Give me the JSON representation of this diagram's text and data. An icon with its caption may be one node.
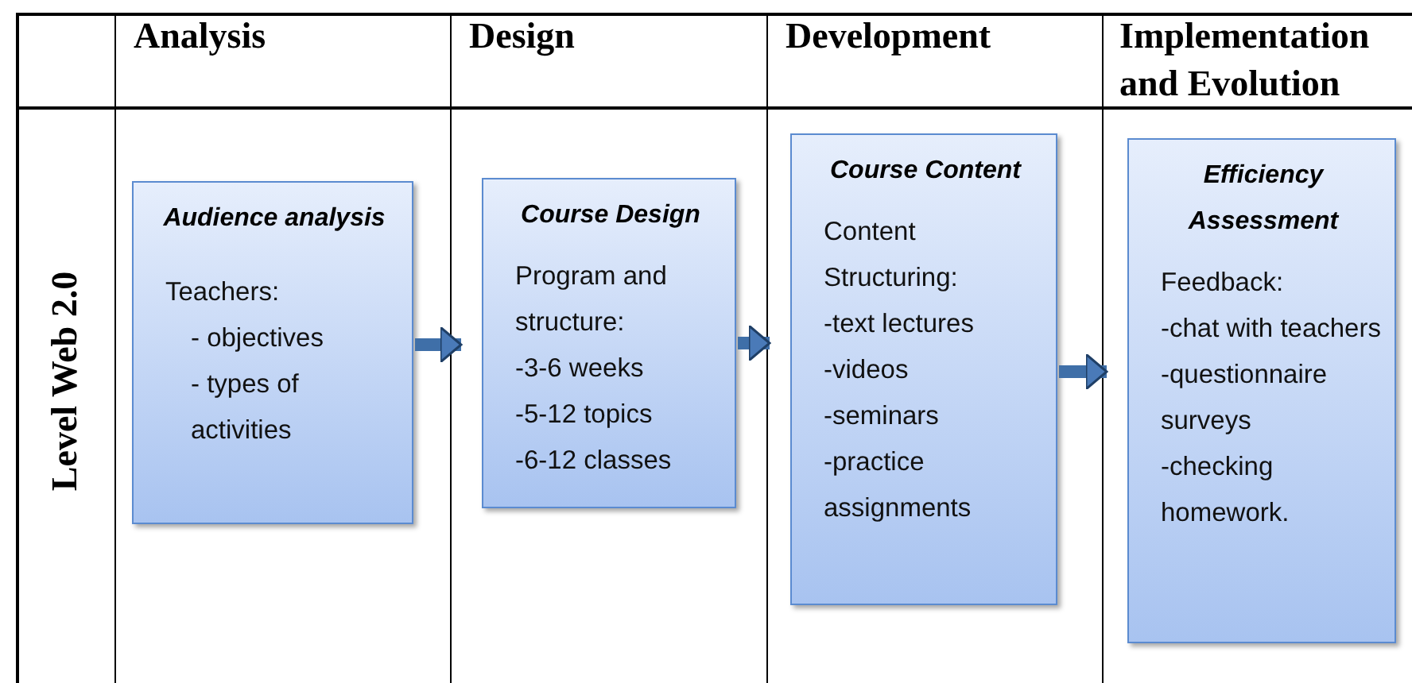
{
  "diagram": {
    "nodes": [
      {
        "text": [
          "Audience analysis",
          "Teachers:",
          "- objectives",
          "- types of activities"
        ]
      },
      {
        "text": [
          "Course Design",
          "Program and structure:",
          "-3-6 weeks",
          "-5-12 topics",
          "-6-12 classes"
        ]
      },
      {
        "text": [
          "Course Content",
          "Content Structuring:",
          "-text lectures",
          "-videos",
          "-seminars",
          "-practice assignments"
        ]
      },
      {
        "text": [
          "Efficiency Assessment",
          "Feedback:",
          "-chat with teachers",
          "-questionnaire surveys",
          "-checking homework."
        ]
      }
    ],
    "edges": [
      {
        "from": 0,
        "to": 1,
        "arrow": "to"
      },
      {
        "from": 1,
        "to": 2,
        "arrow": "to"
      },
      {
        "from": 2,
        "to": 3,
        "arrow": "to"
      }
    ],
    "labels": [
      "Analysis",
      "Design",
      "Development",
      "Implementation and Evolution",
      "Level Web 2.0"
    ]
  }
}
